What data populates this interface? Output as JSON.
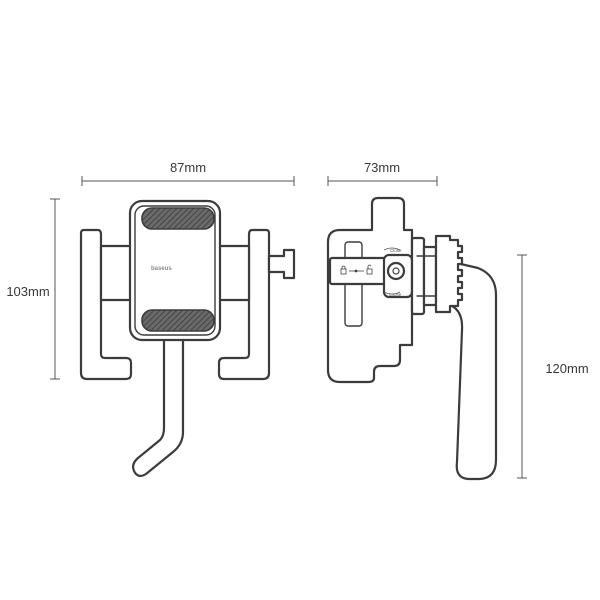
{
  "diagram": {
    "front_view": {
      "width_label": "87mm",
      "height_label": "103mm",
      "brand_logo": "baseus"
    },
    "side_view": {
      "width_label": "73mm",
      "height_label": "120mm",
      "knob_close_label": "Close",
      "knob_loose_label": "Loose",
      "lock_icon": "lock-icon",
      "unlock_icon": "unlock-icon"
    },
    "colors": {
      "outline": "#3c3c3c",
      "pad_fill": "#5a5a5a",
      "dimension_line": "#555555"
    }
  }
}
